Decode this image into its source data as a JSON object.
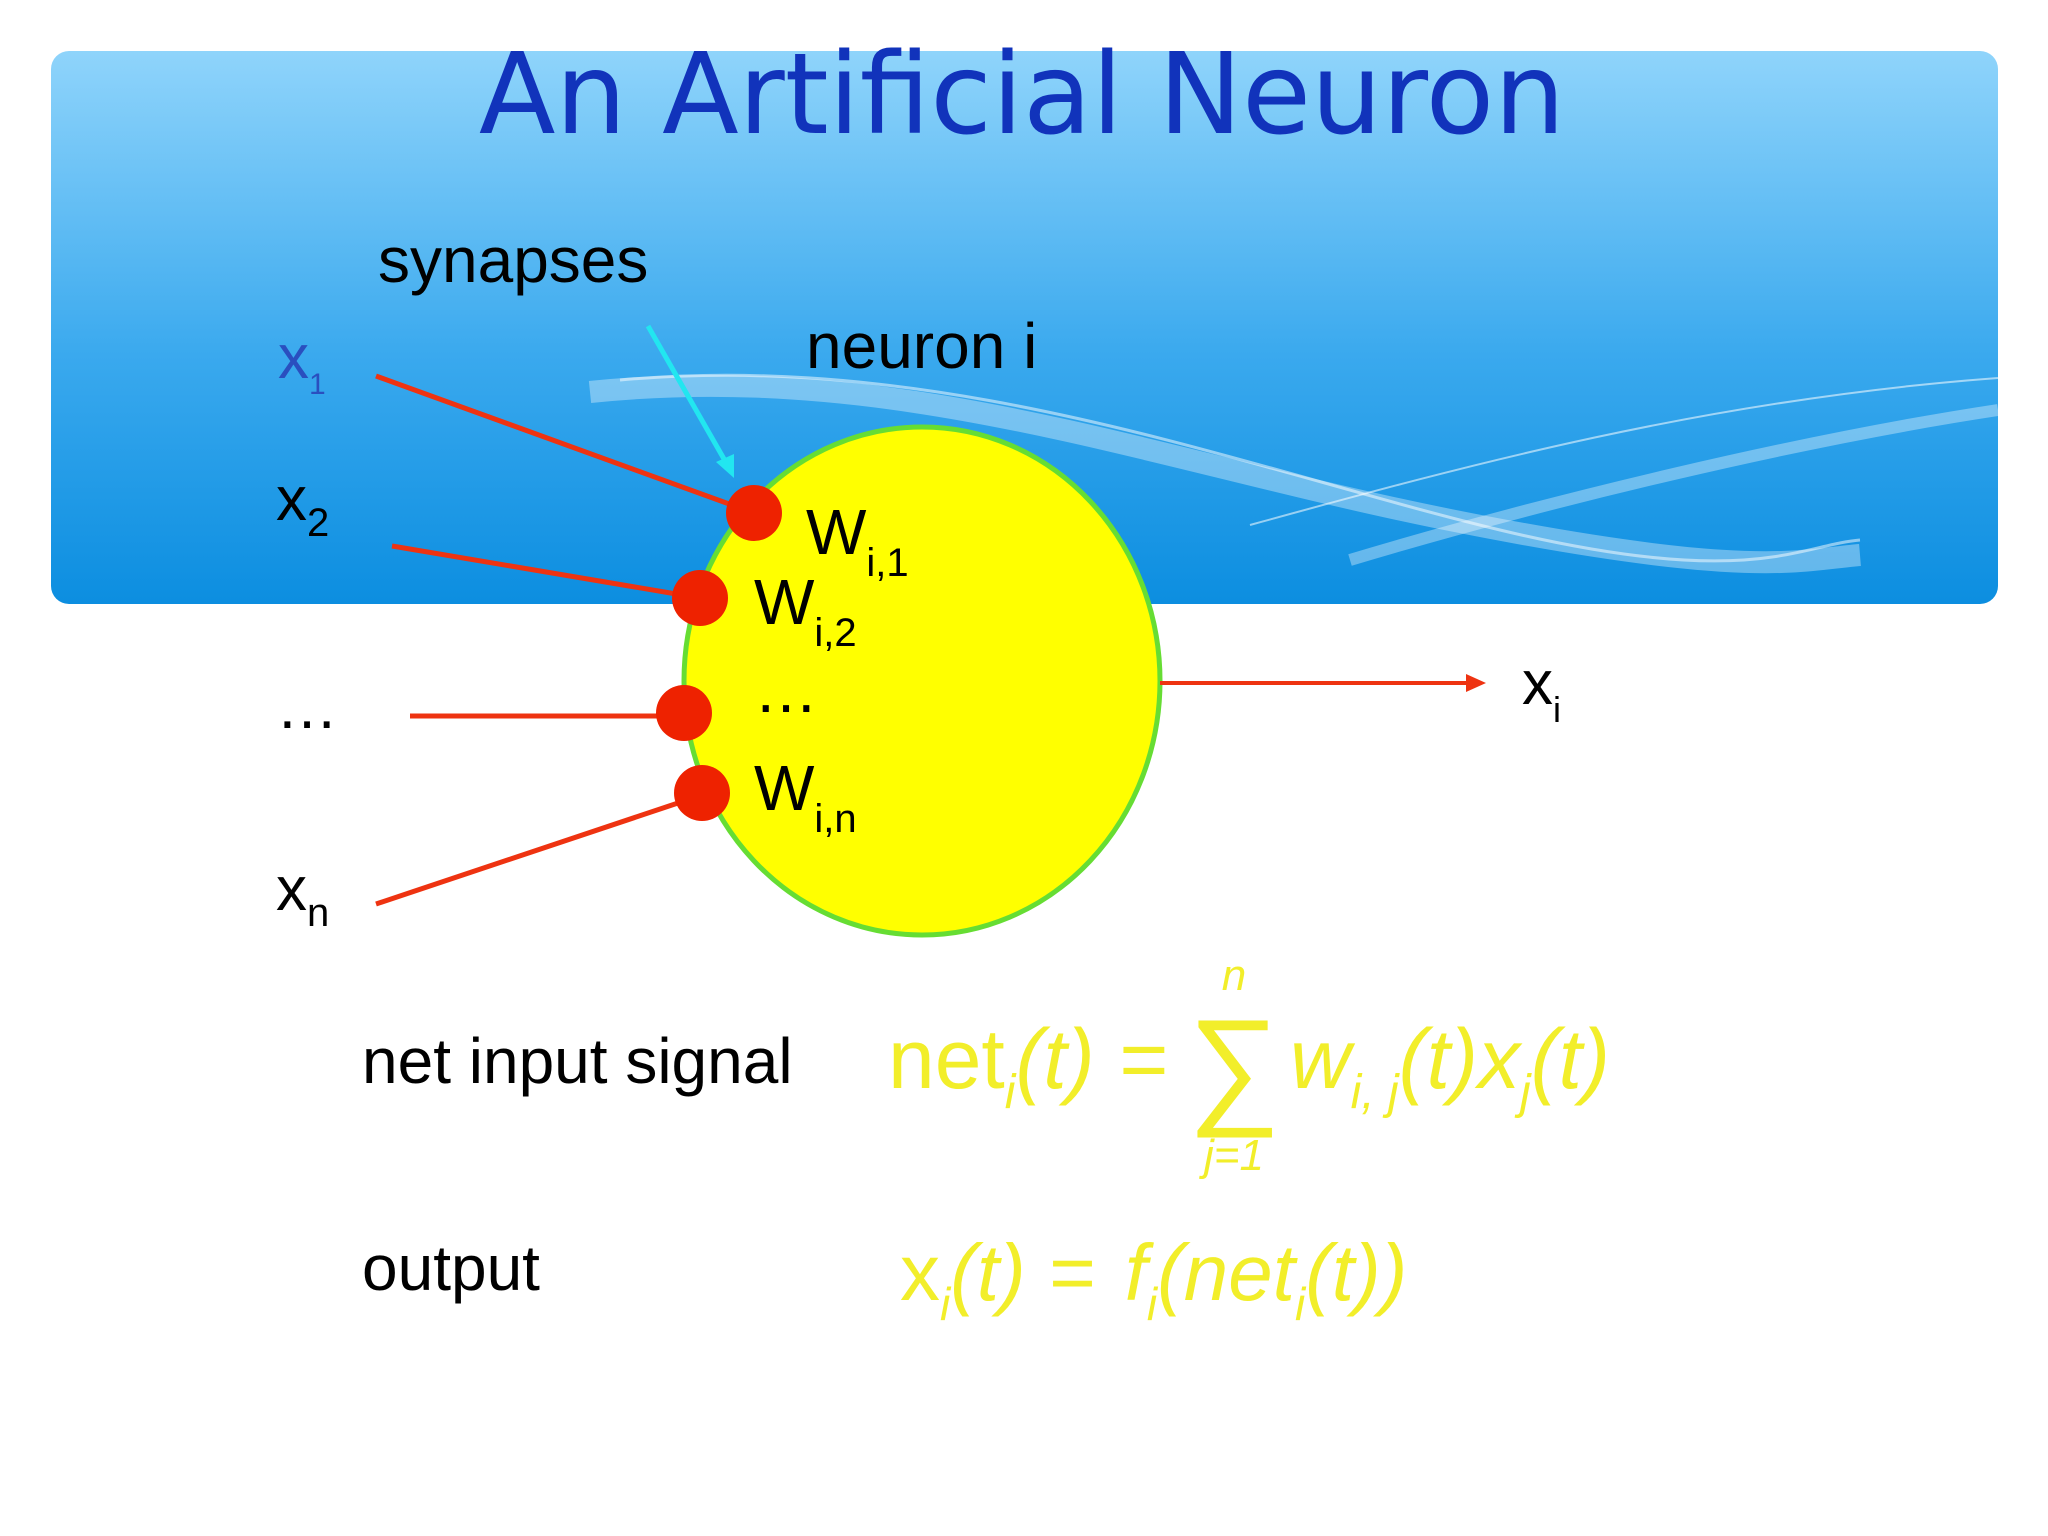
{
  "slide": {
    "title": "An Artificial Neuron"
  },
  "diagram": {
    "synapses_label": "synapses",
    "neuron_label": "neuron i",
    "inputs": [
      {
        "base": "x",
        "sub": "1"
      },
      {
        "base": "x",
        "sub": "2"
      },
      {
        "base": "…",
        "sub": ""
      },
      {
        "base": "x",
        "sub": "n"
      }
    ],
    "weights": [
      {
        "base": "W",
        "sub": "i,1"
      },
      {
        "base": "W",
        "sub": "i,2"
      },
      {
        "base": "…",
        "sub": ""
      },
      {
        "base": "W",
        "sub": "i,n"
      }
    ],
    "output": {
      "base": "x",
      "sub": "i"
    }
  },
  "formulas": {
    "net_label": "net input signal",
    "output_label": "output",
    "net_eq": {
      "lhs": "net",
      "lhs_sub": "i",
      "lhs_arg": "(t) =",
      "sum_top": "n",
      "sum_bottom": "j=1",
      "w": "w",
      "w_sub": "i, j",
      "w_arg": "(t)",
      "x": "x",
      "x_sub": "j",
      "x_arg": "(t)"
    },
    "out_eq": {
      "x": "x",
      "x_sub": "i",
      "x_arg": "(t) =",
      "f": "f",
      "f_sub": "i",
      "net_open": "(net",
      "net_sub": "i",
      "net_close": "(t))"
    }
  },
  "colors": {
    "title": "#1133bb",
    "input_line": "#ee3311",
    "synapse_dot": "#ee2200",
    "neuron_fill": "#ffff00",
    "neuron_stroke": "#66dd33",
    "pointer": "#22e6f0",
    "formula": "#f2ee2a",
    "header_top": "#8fd4fb",
    "header_bottom": "#0c8ee0"
  }
}
